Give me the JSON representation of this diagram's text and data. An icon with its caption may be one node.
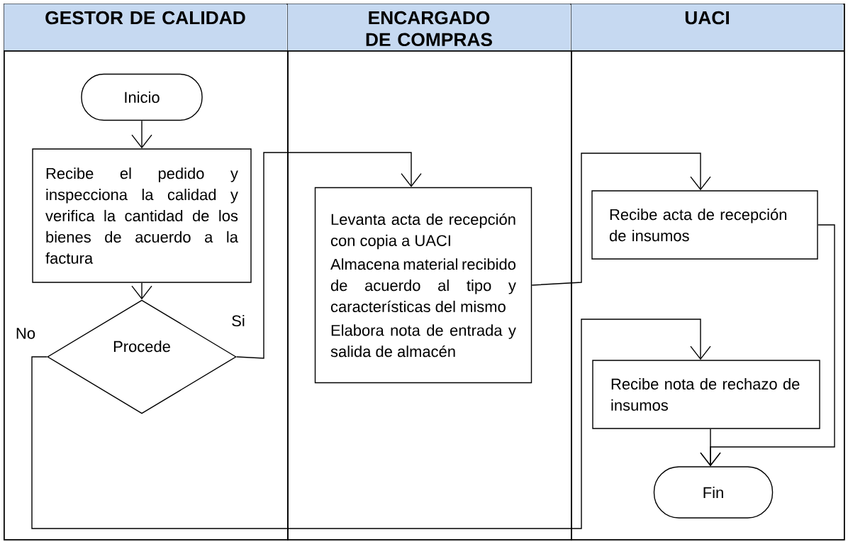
{
  "diagram": {
    "nodes": [
      {
        "text": [
          "GESTOR DE CALIDAD"
        ]
      },
      {
        "text": [
          "ENCARGADO DE COMPRAS"
        ]
      },
      {
        "text": [
          "UACI"
        ]
      },
      {
        "text": [
          "Inicio"
        ],
        "in": 0
      },
      {
        "text": [
          "Recibe el pedido y inspecciona la calidad y verifica la cantidad de los bienes de acuerdo a la factura"
        ],
        "in": 0
      },
      {
        "text": [
          "Procede"
        ],
        "in": 0
      },
      {
        "text": [
          "Levanta acta de recepción con copia a UACI",
          "Almacena material recibido de acuerdo al tipo y características del mismo",
          "Elabora nota de entrada y salida de almacén"
        ],
        "in": 1
      },
      {
        "text": [
          "Recibe acta de recepción de insumos"
        ],
        "in": 2
      },
      {
        "text": [
          "Recibe nota de rechazo de insumos"
        ],
        "in": 2
      },
      {
        "text": [
          "Fin"
        ],
        "in": 2
      }
    ],
    "edges": [
      {
        "from": 3,
        "to": 4,
        "arrow": "to"
      },
      {
        "from": 4,
        "to": 5,
        "arrow": "to"
      },
      {
        "from": 5,
        "to": 6,
        "arrow": "to",
        "label": "Si"
      },
      {
        "from": 5,
        "to": 8,
        "arrow": "to",
        "label": "No"
      },
      {
        "from": 6,
        "to": 7,
        "arrow": "to"
      },
      {
        "from": 7,
        "to": 9,
        "arrow": "to"
      },
      {
        "from": 8,
        "to": 9,
        "arrow": "to"
      }
    ]
  }
}
